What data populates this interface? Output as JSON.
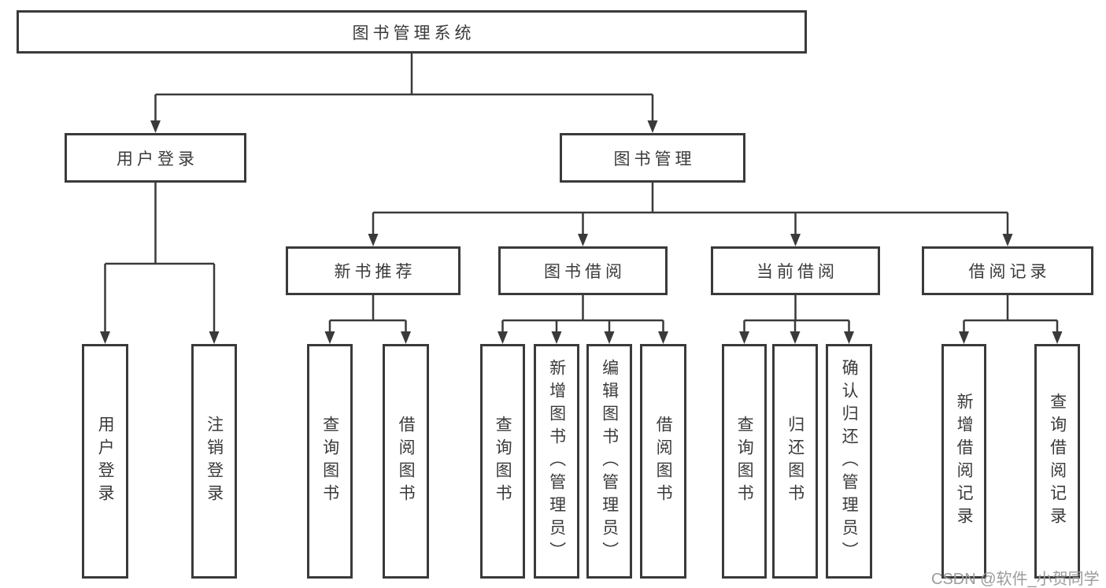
{
  "diagram": {
    "root": {
      "label": "图书管理系统"
    },
    "level2": [
      {
        "label": "用户登录"
      },
      {
        "label": "图书管理"
      }
    ],
    "level3": [
      {
        "label": "新书推荐"
      },
      {
        "label": "图书借阅"
      },
      {
        "label": "当前借阅"
      },
      {
        "label": "借阅记录"
      }
    ],
    "level4": {
      "login": [
        "用户登录",
        "注销登录"
      ],
      "recommend": [
        "查询图书",
        "借阅图书"
      ],
      "borrow": [
        "查询图书",
        "新增图书（管理员）",
        "编辑图书（管理员）",
        "借阅图书"
      ],
      "current": [
        "查询图书",
        "归还图书",
        "确认归还（管理员）"
      ],
      "records": [
        "新增借阅记录",
        "查询借阅记录"
      ]
    }
  },
  "colors": {
    "line": "#3a3a3a",
    "text": "#3a3a3a",
    "box_background": "#ffffff",
    "watermark": "#9b9b9b"
  },
  "watermark": {
    "text": "CSDN @软件_小贺同学"
  }
}
